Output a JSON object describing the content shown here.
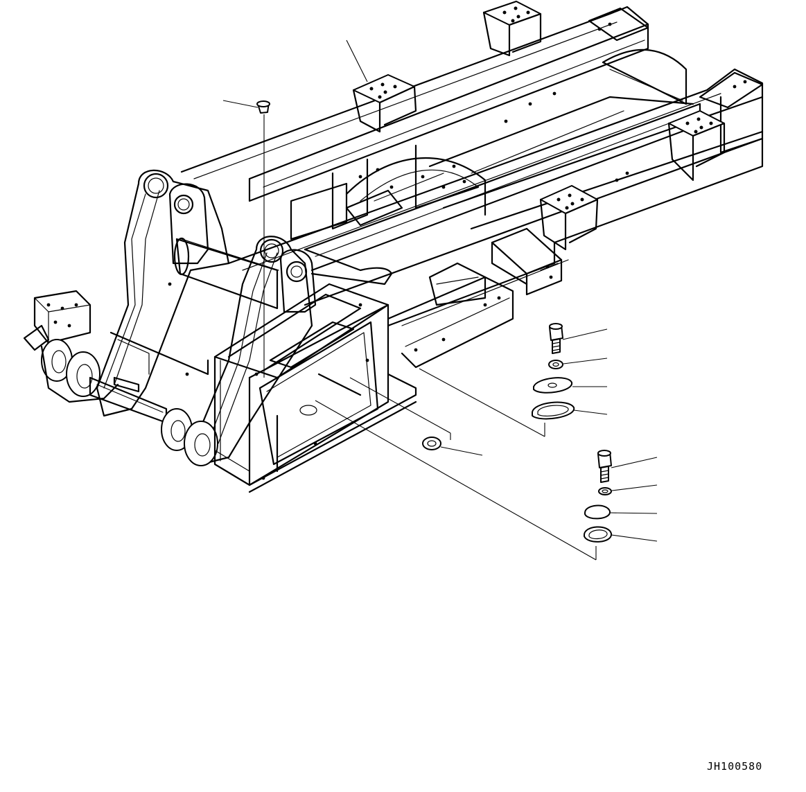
{
  "drawing": {
    "id_label": "JH100580",
    "line_color": "#000000",
    "background": "#ffffff"
  },
  "parts": [
    {
      "name": "main-frame",
      "icon": "chassis-frame-icon"
    },
    {
      "name": "plug",
      "icon": "plug-icon"
    },
    {
      "name": "mount-bracket",
      "icon": "bracket-icon"
    },
    {
      "name": "bolt-upper",
      "icon": "bolt-icon"
    },
    {
      "name": "washer-upper",
      "icon": "washer-icon"
    },
    {
      "name": "cover-plate-upper",
      "icon": "cover-plate-icon"
    },
    {
      "name": "gasket-upper",
      "icon": "gasket-icon"
    },
    {
      "name": "washer-ring",
      "icon": "washer-icon"
    },
    {
      "name": "bolt-lower",
      "icon": "bolt-icon"
    },
    {
      "name": "washer-lower",
      "icon": "washer-icon"
    },
    {
      "name": "cover-plate-lower",
      "icon": "cover-plate-icon"
    },
    {
      "name": "gasket-lower",
      "icon": "gasket-icon"
    }
  ]
}
